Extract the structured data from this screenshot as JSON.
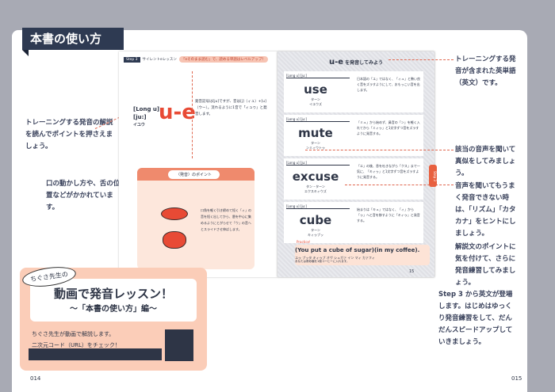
{
  "header": {
    "title": "本書の使い方"
  },
  "left_notes": [
    "トレーニングする発音の解説を読んでポイントを押さえましょう。",
    "口の動かし方や、舌の位置などがかかれています。"
  ],
  "right_notes": [
    "トレーニングする発音が含まれた英単語（英文）です。",
    "該当の音声を聞いて真似をしてみましょう。",
    "音声を聞いてもうまく発音できない時は、「リズム」「カタカナ」をヒントにしましょう。",
    "解説文のポイントに気を付けて、さらに発音練習してみましょう。",
    "Step 3 から英文が登場します。はじめはゆっくり発音練習をして、だんだんスピードアップしていきましょう。"
  ],
  "mini_left": {
    "step": "Step 3",
    "lesson": "サイレントeレッスン",
    "tag": "「eそのまま読む」で、読める単語はレベルアップ！",
    "label1": "[Long u]",
    "label2": "[ju:]",
    "kana": "イユウ",
    "sound": "u-e",
    "desc": "発音記号は[ju]ですが、音は[j]（ィュ）+[u]（ウー）。流れるように1音で「ィュゥ」と発音します。",
    "point_title": "〈発音〉のポイント",
    "point_desc": "口角を軽く引き締めて短く「ィ」の音を短く出してから、唇を中心に集めるようにとがらせて「ウ」の音へとスライドさせ伸ばします。"
  },
  "mini_right": {
    "title_sound": "u-e",
    "title_rest": "を発音してみよう",
    "side_tab": "Step 3",
    "page": "15",
    "cards": [
      {
        "head": "[Long u] [ju:]",
        "word": "use",
        "rhythm": "ターン",
        "kana": "イユウズ",
        "desc": "日本語の「ユ」ではなく、「ィュ」と勢い良く音をズラすようにして、おもっこい音を出します。"
      },
      {
        "head": "[Long u] [ju:]",
        "word": "mute",
        "rhythm": "ターン",
        "kana": "ンミィウトゥ",
        "desc": "「ミュ」から始めず、鼻音の「ン」を軽く入れてから「ミィゥ」と1文字ずつ音をズラすように発音する。"
      },
      {
        "head": "[Long u] [ju:]",
        "word": "excuse",
        "rhythm": "タン・ターン",
        "kana": "エクスキィウズ",
        "desc": "「エ」の後、息を吐きながら「クス」まで一気に、「キィゥ」と1文字ずつ音をズラすように発音する。"
      },
      {
        "head": "[Long u] [ju:]",
        "word": "cube",
        "rhythm": "ターン",
        "kana": "キィゥブッ",
        "desc": "始まりは「キュ」ではなく、「ィ」から「ゥ」へと音を移すように「キィゥ」と発音する。"
      }
    ],
    "practice_label": "Practice!",
    "sentence": "(You put a cube of sugar)(in my coffee).",
    "sentence_kana": "ユゥ プッタ キィゥブ オヴ シュガァ イン マィ カァフィ",
    "sentence_ja": "あなたは角砂糖を1個コーヒーに入れます。"
  },
  "video": {
    "bubble": "ちぐさ先生の",
    "title": "動画で発音レッスン！",
    "subtitle": "〜「本書の使い方」編〜",
    "line1": "ちぐさ先生が動画で解説します。",
    "line2": "二次元コード（URL）をチェック！"
  },
  "page_numbers": {
    "left": "014",
    "right": "015"
  },
  "colors": {
    "accent": "#e84a35",
    "navy": "#2e3a52",
    "peach": "#fbcdb8"
  }
}
